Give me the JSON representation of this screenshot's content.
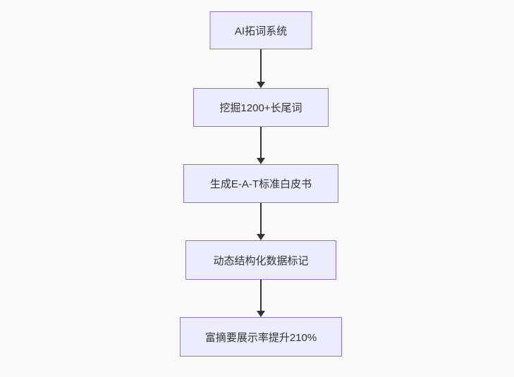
{
  "diagram": {
    "type": "flowchart",
    "direction": "top-down",
    "nodes": [
      {
        "id": "node-1",
        "label": "AI拓词系统"
      },
      {
        "id": "node-2",
        "label": "挖掘1200+长尾词"
      },
      {
        "id": "node-3",
        "label": "生成E-A-T标准白皮书"
      },
      {
        "id": "node-4",
        "label": "动态结构化数据标记"
      },
      {
        "id": "node-5",
        "label": "富摘要展示率提升210%"
      }
    ],
    "edges": [
      {
        "from": "node-1",
        "to": "node-2"
      },
      {
        "from": "node-2",
        "to": "node-3"
      },
      {
        "from": "node-3",
        "to": "node-4"
      },
      {
        "from": "node-4",
        "to": "node-5"
      }
    ],
    "colors": {
      "background": "#f9f9f9",
      "node_fill": "#ECECFF",
      "node_border": "#9370DB",
      "text": "#333333",
      "arrow": "#333333"
    }
  }
}
